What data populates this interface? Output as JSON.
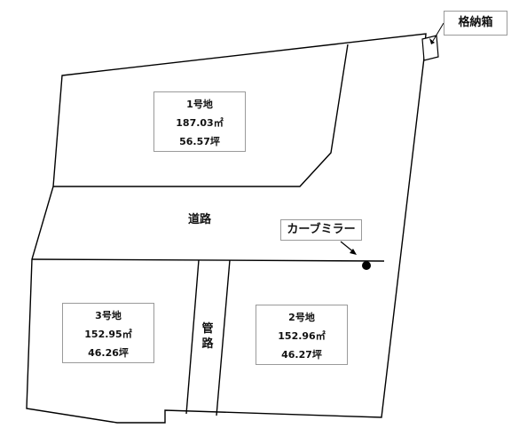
{
  "lots": [
    {
      "name": "1号地",
      "area_m2": "187.03㎡",
      "area_tsubo": "56.57坪"
    },
    {
      "name": "3号地",
      "area_m2": "152.95㎡",
      "area_tsubo": "46.26坪"
    },
    {
      "name": "2号地",
      "area_m2": "152.96㎡",
      "area_tsubo": "46.27坪"
    }
  ],
  "labels": {
    "road": "道路",
    "pipe_road": "管路",
    "storage_box": "格納箱",
    "curve_mirror": "カーブミラー"
  }
}
